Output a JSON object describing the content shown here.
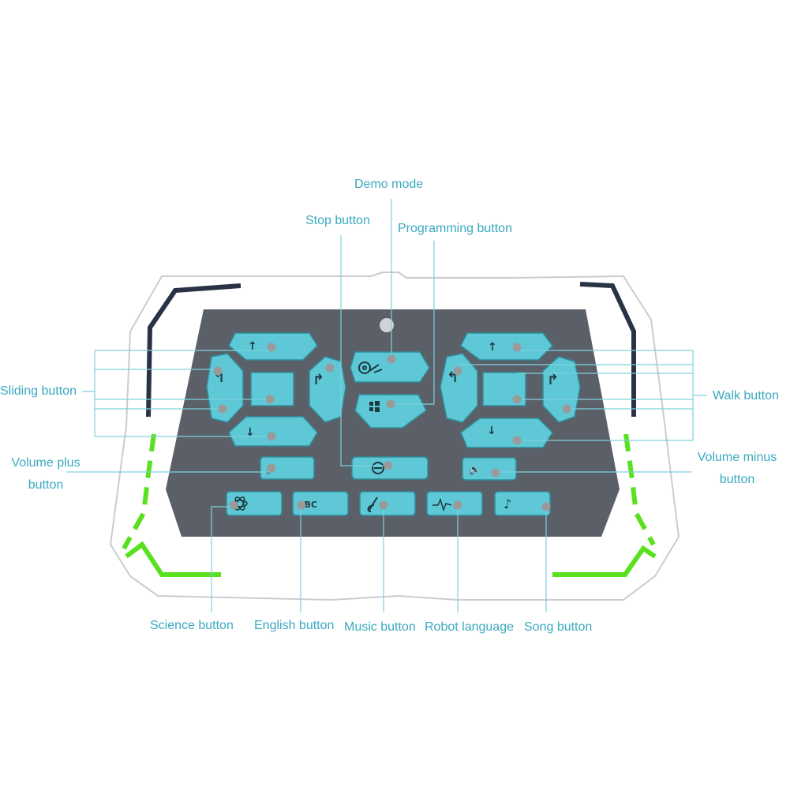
{
  "colors": {
    "label_text": "#3aa9c0",
    "leader_line": "#7fd0dc",
    "remote_body": "#ffffff",
    "remote_outline": "#c9ccd1",
    "panel": "#5b6068",
    "button_fill": "#5ec8d6",
    "button_edge": "#2f8e9c",
    "accent_green": "#59e01e",
    "accent_navy": "#2a3346",
    "dot": "#9a9a9a"
  },
  "labels": {
    "demo_mode": "Demo mode",
    "stop_button": "Stop button",
    "programming_button": "Programming button",
    "sliding_button": "Sliding button",
    "walk_button": "Walk button",
    "volume_plus_button": "Volume plus button",
    "volume_minus_button": "Volume minus button",
    "science_button": "Science button",
    "english_button": "English button",
    "music_button": "Music button",
    "robot_language": "Robot language",
    "song_button": "Song button"
  },
  "button_glyphs": {
    "english": "ABC",
    "song": "♪",
    "arrow_up": "↑",
    "arrow_down": "↓",
    "turn_left": "↰",
    "turn_right": "↱",
    "speaker": "🔈"
  },
  "icons": {
    "demo": "reel-icon",
    "programming": "windows-icon",
    "stop": "stop-circle-icon",
    "science": "atom-icon",
    "music": "note-icon",
    "robot_language": "waveform-icon"
  }
}
